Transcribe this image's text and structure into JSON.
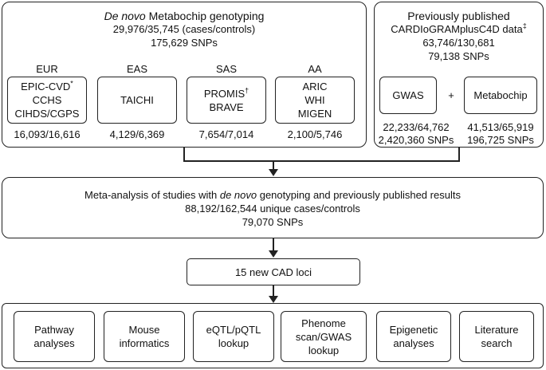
{
  "denovo": {
    "title_italic": "De novo",
    "title_rest": " Metabochip genotyping",
    "counts": "29,976/35,745 (cases/controls)",
    "snps": "175,629 SNPs",
    "groups": [
      {
        "label": "EUR",
        "studies": [
          "EPIC-CVD",
          "CCHS",
          "CIHDS/CGPS"
        ],
        "mark": "*",
        "counts": "16,093/16,616"
      },
      {
        "label": "EAS",
        "studies": [
          "TAICHI"
        ],
        "counts": "4,129/6,369"
      },
      {
        "label": "SAS",
        "studies": [
          "PROMIS",
          "BRAVE"
        ],
        "mark": "†",
        "counts": "7,654/7,014"
      },
      {
        "label": "AA",
        "studies": [
          "ARIC",
          "WHI",
          "MIGEN"
        ],
        "counts": "2,100/5,746"
      }
    ]
  },
  "published": {
    "title": "Previously published",
    "subtitle": "CARDIoGRAMplusC4D data",
    "mark": "‡",
    "counts": "63,746/130,681",
    "snps": "79,138 SNPs",
    "gwas": {
      "label": "GWAS",
      "counts": "22,233/64,762",
      "snps": "2,420,360 SNPs"
    },
    "plus": "+",
    "metabochip": {
      "label": "Metabochip",
      "counts": "41,513/65,919",
      "snps": "196,725 SNPs"
    }
  },
  "meta": {
    "line1_pre": "Meta-analysis of studies with ",
    "line1_italic": "de novo",
    "line1_post": " genotyping and previously published results",
    "line2": "88,192/162,544 unique cases/controls",
    "line3": "79,070 SNPs"
  },
  "loci": {
    "label": "15 new CAD loci"
  },
  "followups": [
    {
      "lines": [
        "Pathway",
        "analyses"
      ]
    },
    {
      "lines": [
        "Mouse",
        "informatics"
      ]
    },
    {
      "lines": [
        "eQTL/pQTL",
        "lookup"
      ]
    },
    {
      "lines": [
        "Phenome",
        "scan/GWAS",
        "lookup"
      ]
    },
    {
      "lines": [
        "Epigenetic",
        "analyses"
      ]
    },
    {
      "lines": [
        "Literature",
        "search"
      ]
    }
  ]
}
